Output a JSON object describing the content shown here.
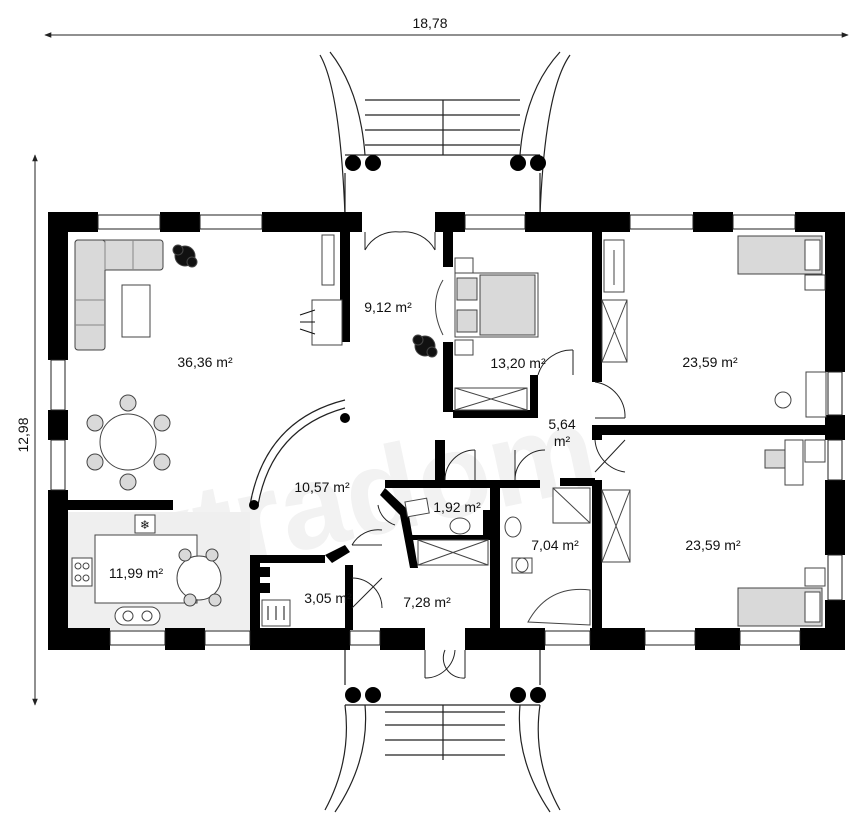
{
  "dimensions": {
    "width": "18,78",
    "height": "12,98"
  },
  "watermark": "extradom",
  "rooms": {
    "living": "36,36 m²",
    "hall_upper": "9,12 m²",
    "bedroom_master": "13,20 m²",
    "bedroom_ne": "23,59 m²",
    "corridor": "5,64",
    "corridor_unit": "m²",
    "hall_center": "10,57 m²",
    "wc": "1,92 m²",
    "bathroom": "7,04 m²",
    "bedroom_se": "23,59 m²",
    "kitchen": "11,99 m²",
    "boiler": "3,05 m²",
    "entrance": "7,28 m²"
  },
  "colors": {
    "wall": "#000000",
    "line": "#222222",
    "furniture_fill": "#d9d9d9",
    "kitchen_fill": "#efefef"
  }
}
